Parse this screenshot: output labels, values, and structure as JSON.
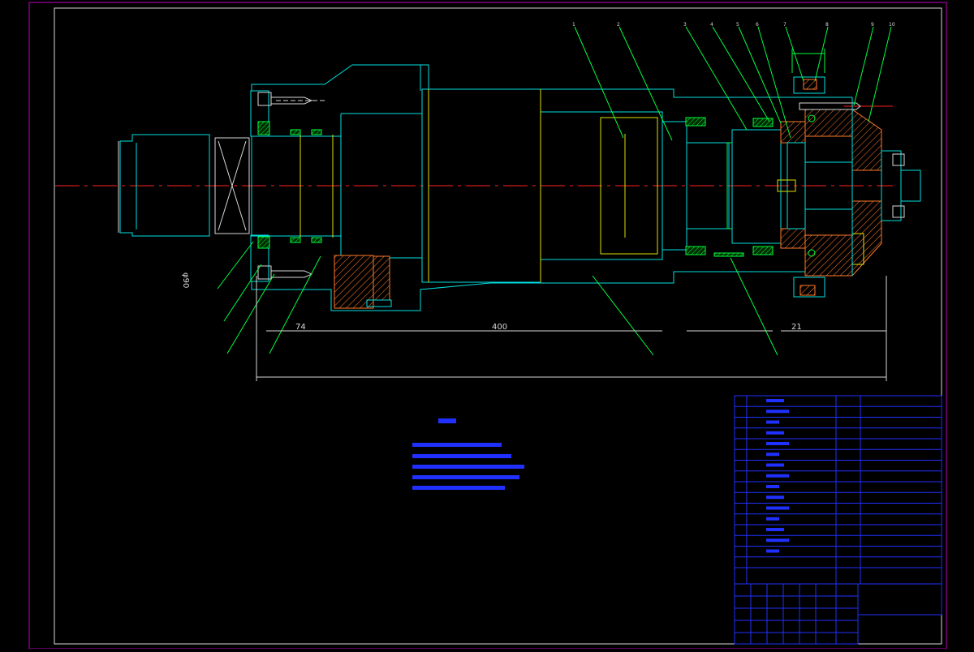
{
  "drawing": {
    "dimensions": {
      "d_74": "74",
      "d_400": "400",
      "d_21": "21",
      "d_phi_left": "φ90"
    }
  },
  "colors": {
    "background": "#000000",
    "border": "#c000c0",
    "outline": "#00e0e0",
    "centerline": "#ff2020",
    "table": "#2030ff",
    "leader": "#00ff40",
    "hatch": "#ff7a2a",
    "dimension": "#d8d8d8"
  }
}
